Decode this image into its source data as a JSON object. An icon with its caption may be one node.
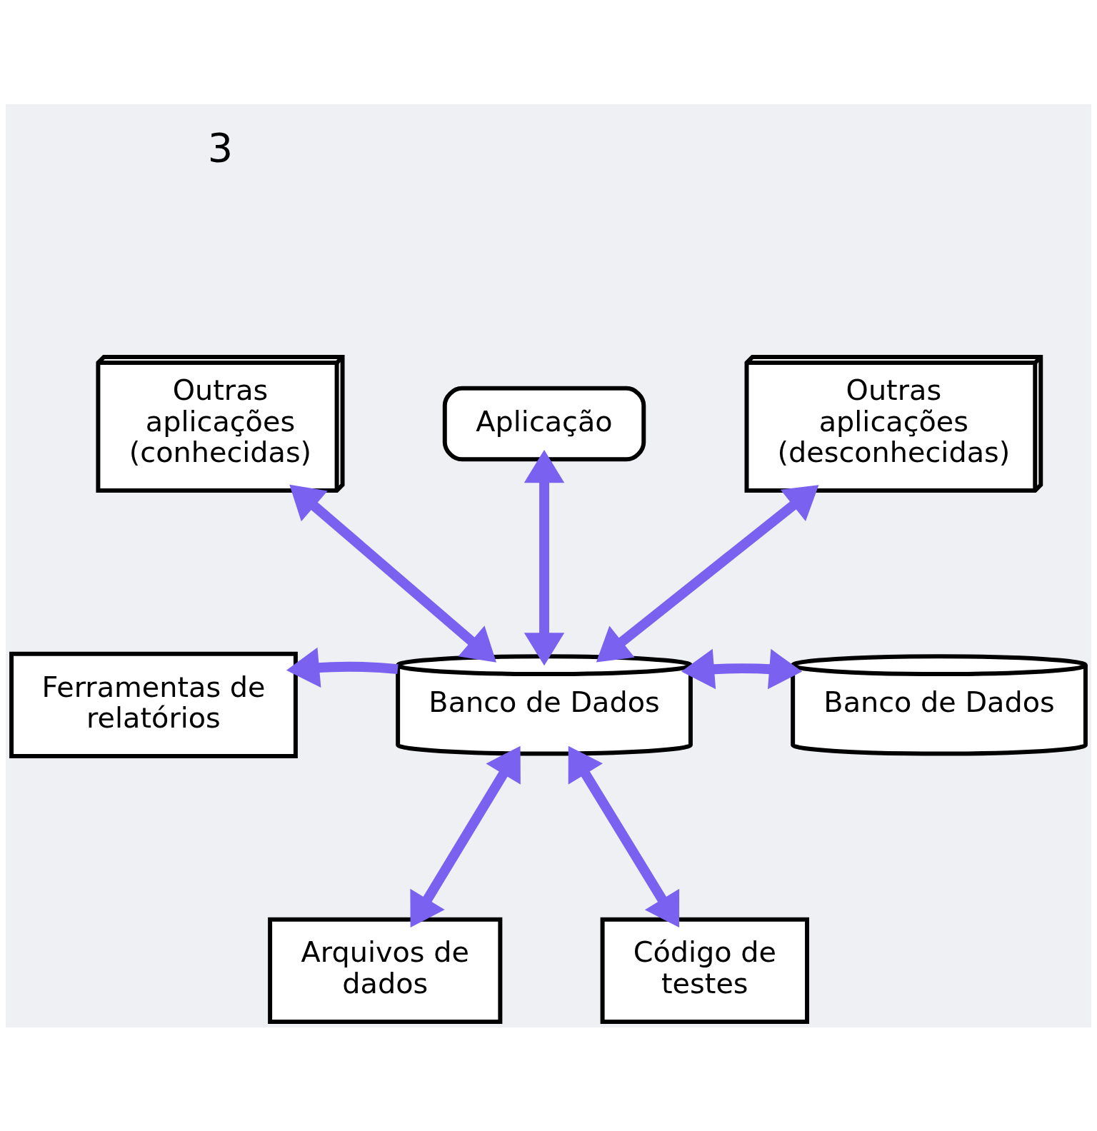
{
  "diagram": {
    "nodes": [
      {
        "text": [
          "Outras aplicações (conhecidas)"
        ]
      },
      {
        "text": [
          "Aplicação"
        ]
      },
      {
        "text": [
          "Outras aplicações (desconhecidas)"
        ]
      },
      {
        "text": [
          "Ferramentas de relatórios"
        ]
      },
      {
        "text": [
          "Banco de Dados"
        ]
      },
      {
        "text": [
          "Banco de Dados"
        ]
      },
      {
        "text": [
          "Arquivos de dados"
        ]
      },
      {
        "text": [
          "Código de testes"
        ]
      }
    ],
    "edges": [
      {
        "from": 4,
        "to": 0,
        "arrow": "both"
      },
      {
        "from": 4,
        "to": 1,
        "arrow": "both"
      },
      {
        "from": 4,
        "to": 2,
        "arrow": "both"
      },
      {
        "from": 4,
        "to": 3,
        "arrow": "to"
      },
      {
        "from": 4,
        "to": 5,
        "arrow": "both"
      },
      {
        "from": 4,
        "to": 6,
        "arrow": "both"
      },
      {
        "from": 4,
        "to": 7,
        "arrow": "both"
      }
    ],
    "labels": [
      "3"
    ]
  }
}
